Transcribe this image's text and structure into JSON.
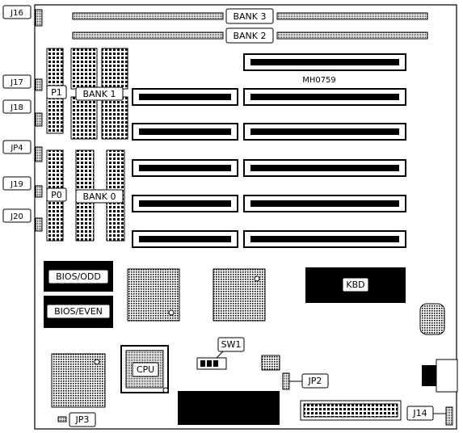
{
  "labels": {
    "bank3": "BANK 3",
    "bank2": "BANK 2",
    "bank1": "BANK 1",
    "bank0": "BANK 0",
    "model": "MH0759",
    "p1": "P1",
    "p0": "P0",
    "j16": "J16",
    "j17": "J17",
    "j18": "J18",
    "jp4": "JP4",
    "j19": "J19",
    "j20": "J20",
    "bios_odd": "BIOS/ODD",
    "bios_even": "BIOS/EVEN",
    "kbd": "KBD",
    "cpu": "CPU",
    "sw1": "SW1",
    "jp2": "JP2",
    "jp3": "JP3",
    "j14": "J14"
  }
}
